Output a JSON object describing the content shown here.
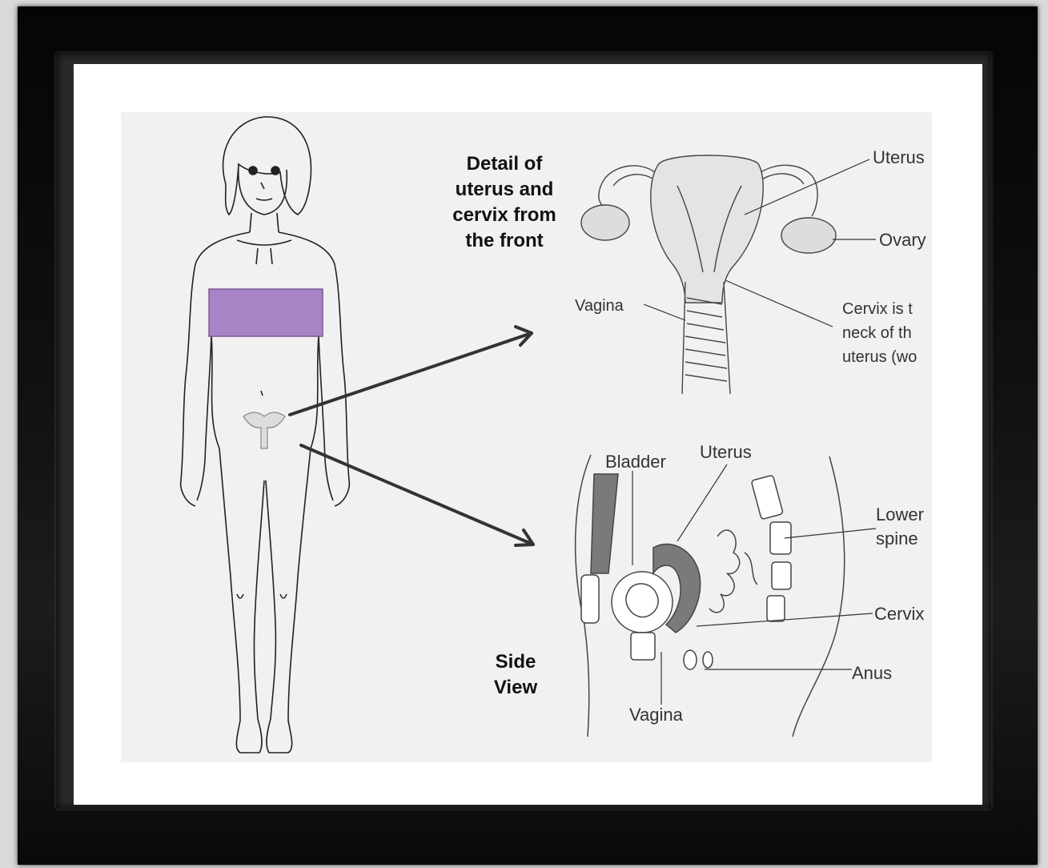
{
  "diagram": {
    "front_detail_title": [
      "Detail of",
      "uterus and",
      "cervix from",
      "the front"
    ],
    "side_view_title": [
      "Side",
      "View"
    ],
    "front_labels": {
      "uterus": "Uterus",
      "ovary": "Ovary",
      "vagina": "Vagina",
      "cervix": [
        "Cervix is t",
        "neck of th",
        "uterus (wo"
      ]
    },
    "side_labels": {
      "bladder": "Bladder",
      "uterus": "Uterus",
      "lower_spine": [
        "Lower",
        "spine"
      ],
      "cervix": "Cervix",
      "anus": "Anus",
      "vagina": "Vagina"
    },
    "censor_color": "#a883c5"
  }
}
